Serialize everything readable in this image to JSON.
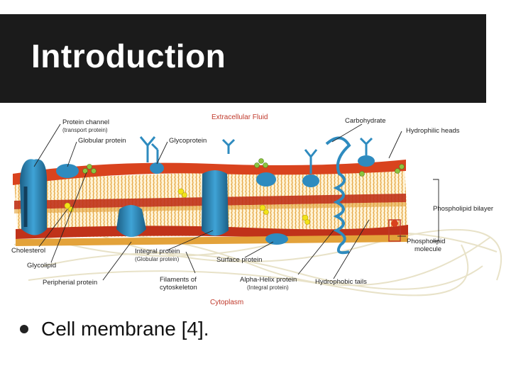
{
  "slide": {
    "title": "Introduction",
    "bullet": "Cell membrane [4]."
  },
  "diagram": {
    "regions": {
      "top": "Extracellular Fluid",
      "bottom": "Cytoplasm"
    },
    "labels": {
      "protein_channel": "Protein channel",
      "protein_channel_sub": "(transport protein)",
      "globular_protein": "Globular protein",
      "glycoprotein": "Glycoprotein",
      "carbohydrate": "Carbohydrate",
      "hydrophilic_heads": "Hydrophilic heads",
      "phospholipid_bilayer": "Phospholipid bilayer",
      "phospholipid_molecule_1": "Phospholipid",
      "phospholipid_molecule_2": "molecule",
      "cholesterol": "Cholesterol",
      "glycolipid": "Glycolipid",
      "peripherial_protein": "Peripherial protein",
      "integral_protein": "Integral protein",
      "integral_protein_sub": "(Globular protein)",
      "surface_protein": "Surface protein",
      "filaments_1": "Filaments of",
      "filaments_2": "cytoskeleton",
      "alpha_helix": "Alpha-Helix protein",
      "alpha_helix_sub": "(Integral protein)",
      "hydrophobic_tails": "Hydrophobic tails"
    },
    "colors": {
      "region_label": "#c0392b",
      "protein": "#2e8bbf",
      "protein_dark": "#1c5f86",
      "heads_top": "#d9431e",
      "heads_bottom": "#c0321a",
      "tails": "#e3a23a",
      "cholesterol": "#f2e318",
      "glycolipid": "#8bc43f",
      "filament": "#e8e2c8"
    }
  }
}
